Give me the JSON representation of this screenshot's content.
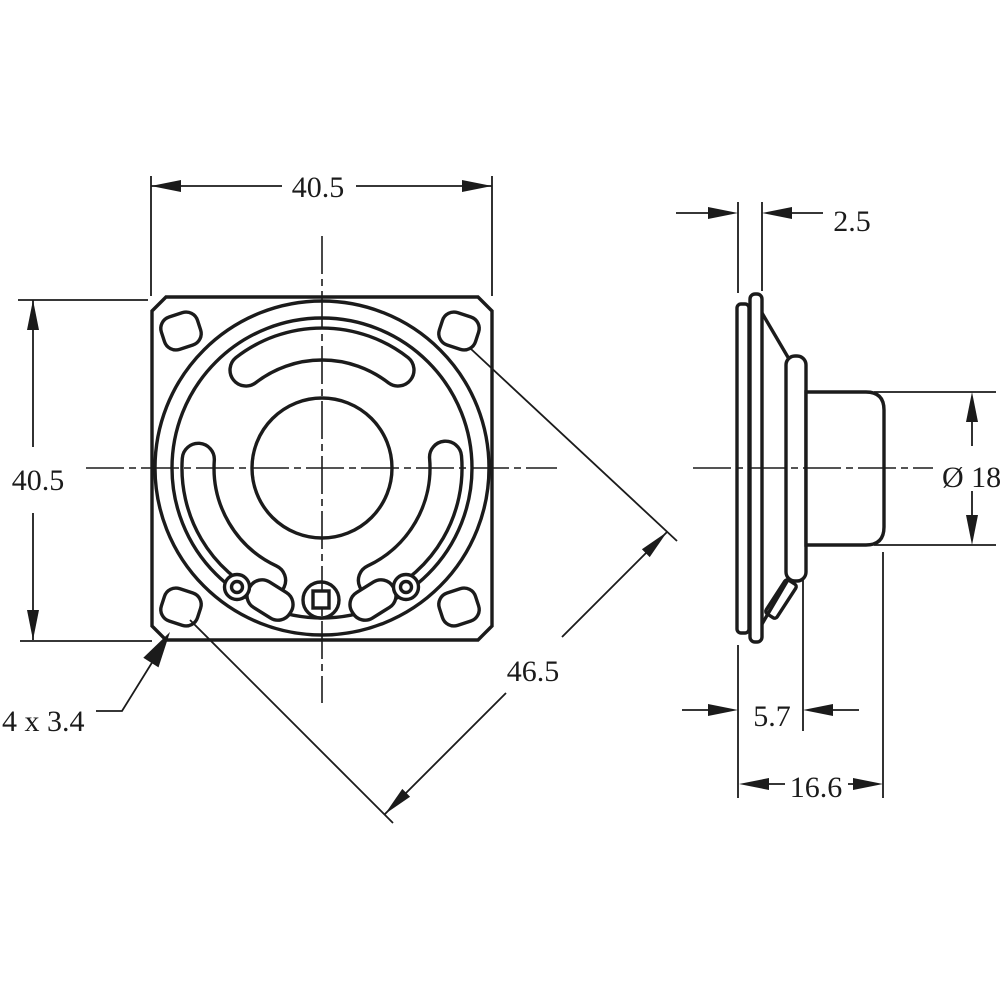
{
  "drawing": {
    "type": "technical-drawing-speaker",
    "dimensions": {
      "front_width": "40.5",
      "front_height": "40.5",
      "diagonal": "46.5",
      "hole_pattern": "4 x 3.4",
      "flange_thickness": "2.5",
      "magnet_diameter": "Ø 18",
      "mounting_depth": "5.7",
      "total_depth": "16.6"
    },
    "colors": {
      "line": "#1b1b1b",
      "background": "#ffffff"
    }
  }
}
